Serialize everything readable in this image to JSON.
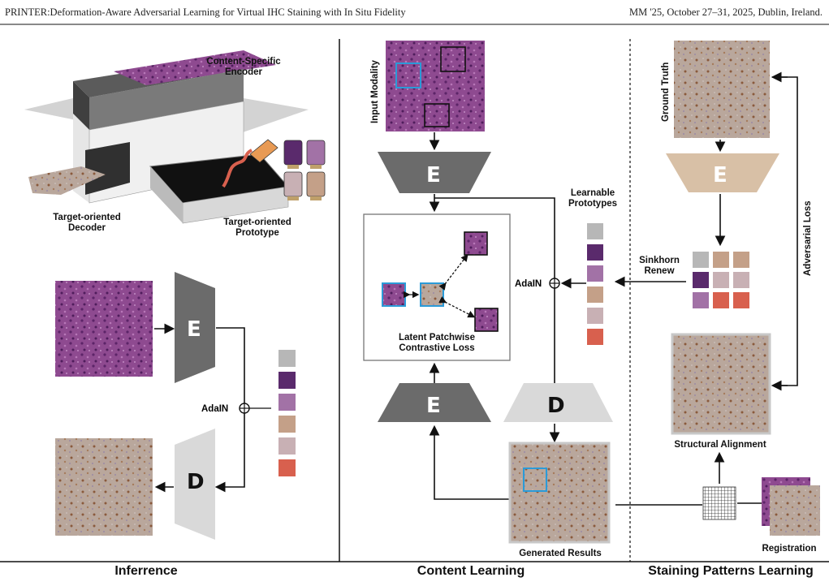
{
  "header": {
    "left": "PRINTER:Deformation-Aware Adversarial Learning for Virtual IHC Staining with In Situ Fidelity",
    "right": "MM '25, October 27–31, 2025, Dublin, Ireland."
  },
  "inference": {
    "encoder_label": "Content-Specific\nEncoder",
    "decoder_label": "Target-oriented\nDecoder",
    "prototype_label": "Target-oriented\nPrototype",
    "encoder_letter": "E",
    "decoder_letter": "D",
    "adain": "AdaIN",
    "section_title": "Inferrence"
  },
  "content_learning": {
    "input_modality": "Input Modality",
    "encoder_letter": "E",
    "decoder_letter": "D",
    "learnable_prototypes": "Learnable\nPrototypes",
    "adain": "AdaIN",
    "contrastive_loss": "Latent Patchwise\nContrastive Loss",
    "generated_results": "Generated Results",
    "section_title": "Content Learning"
  },
  "staining_patterns": {
    "ground_truth": "Ground Truth",
    "encoder_letter": "E",
    "sinkhorn_renew": "Sinkhorn\nRenew",
    "adversarial_loss": "Adversarial Loss",
    "structural_alignment": "Structural Alignment",
    "registration": "Registration",
    "section_title": "Staining Patterns Learning"
  },
  "colors": {
    "he_purple": "#8a4a8c",
    "ihc_beige": "#b8a498",
    "encoder_dark": "#6b6b6b",
    "decoder_light": "#d9d9d9",
    "gt_encoder": "#d8c0a6",
    "patch_blue": "#2b9bd8"
  },
  "prototypes_inference": [
    "#b7b7b7",
    "#5a2a6c",
    "#a272a6",
    "#c4a088",
    "#c8b0b4",
    "#d8604e"
  ],
  "prototypes_content": [
    "#b7b7b7",
    "#5a2a6c",
    "#a272a6",
    "#c4a088",
    "#c8b0b4",
    "#d8604e"
  ],
  "prototypes_grid": [
    "#b7b7b7",
    "#c4a088",
    "#c4a088",
    "#5a2a6c",
    "#c8b0b4",
    "#c8b0b4",
    "#a272a6",
    "#d8604e",
    "#d8604e"
  ]
}
